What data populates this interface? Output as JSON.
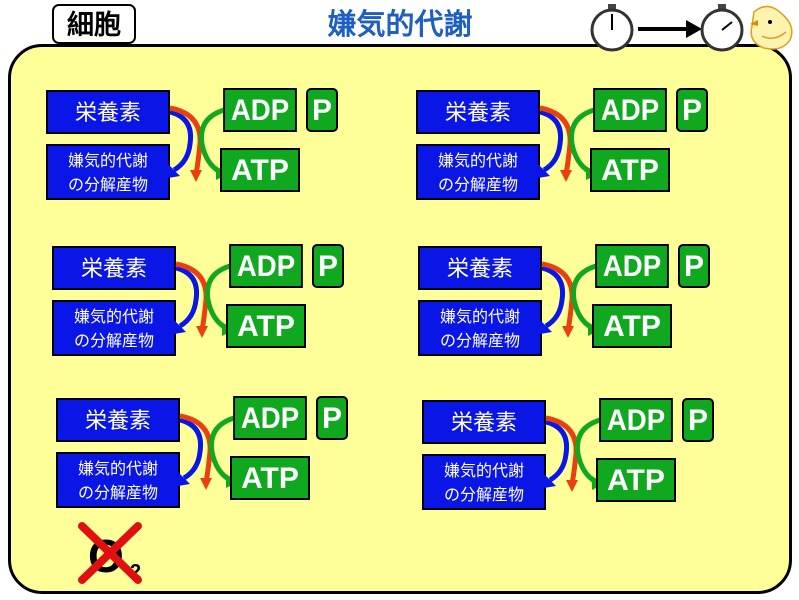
{
  "header": {
    "cell_label": "細胞",
    "title": "嫌気的代謝"
  },
  "units": [
    {
      "nutrient": "栄養素",
      "product_line1": "嫌気的代謝",
      "product_line2": "の分解産物",
      "adp": "ADP",
      "p": "P",
      "atp": "ATP"
    },
    {
      "nutrient": "栄養素",
      "product_line1": "嫌気的代謝",
      "product_line2": "の分解産物",
      "adp": "ADP",
      "p": "P",
      "atp": "ATP"
    },
    {
      "nutrient": "栄養素",
      "product_line1": "嫌気的代謝",
      "product_line2": "の分解産物",
      "adp": "ADP",
      "p": "P",
      "atp": "ATP"
    },
    {
      "nutrient": "栄養素",
      "product_line1": "嫌気的代謝",
      "product_line2": "の分解産物",
      "adp": "ADP",
      "p": "P",
      "atp": "ATP"
    },
    {
      "nutrient": "栄養素",
      "product_line1": "嫌気的代謝",
      "product_line2": "の分解産物",
      "adp": "ADP",
      "p": "P",
      "atp": "ATP"
    },
    {
      "nutrient": "栄養素",
      "product_line1": "嫌気的代謝",
      "product_line2": "の分解産物",
      "adp": "ADP",
      "p": "P",
      "atp": "ATP"
    }
  ],
  "oxygen": {
    "symbol": "O",
    "subscript": "2"
  },
  "colors": {
    "cell_fill": "#ffff99",
    "box_blue": "#0a16e6",
    "box_green": "#10a81e",
    "title_blue": "#1f5fbf",
    "cross_red": "#e01010"
  }
}
